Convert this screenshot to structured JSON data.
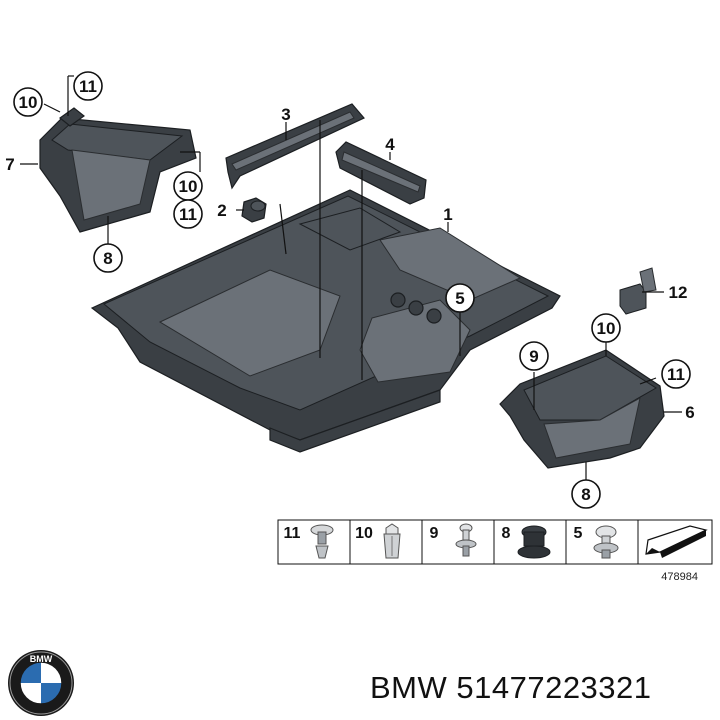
{
  "callouts": {
    "c1": "1",
    "c2": "2",
    "c3": "3",
    "c4": "4",
    "c5": "5",
    "c6": "6",
    "c7": "7",
    "c8a": "8",
    "c8b": "8",
    "c9": "9",
    "c10a": "10",
    "c10b": "10",
    "c10c": "10",
    "c11a": "11",
    "c11b": "11",
    "c11c": "11",
    "c12": "12"
  },
  "legend_strip": {
    "items": [
      {
        "number": "11",
        "icon": "screw-clip-icon"
      },
      {
        "number": "10",
        "icon": "expansion-nut-icon"
      },
      {
        "number": "9",
        "icon": "push-pin-icon"
      },
      {
        "number": "8",
        "icon": "rubber-grommet-icon"
      },
      {
        "number": "5",
        "icon": "rivet-clip-icon"
      },
      {
        "number": "",
        "icon": "direction-arrow-icon"
      }
    ],
    "reference_number": "478984"
  },
  "brand": {
    "logo_text": "BMW",
    "caption": "BMW 51477223321"
  },
  "colors": {
    "part_dark": "#3a3f44",
    "part_mid": "#4e545a",
    "part_light": "#6b7178"
  }
}
